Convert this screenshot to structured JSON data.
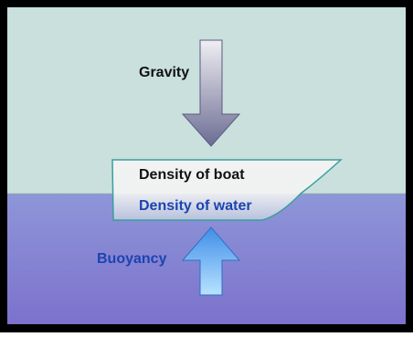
{
  "labels": {
    "gravity": "Gravity",
    "density_boat": "Density of boat",
    "density_water": "Density of water",
    "buoyancy": "Buoyancy"
  },
  "colors": {
    "frame": "#000000",
    "sky": "#c9e0dd",
    "water_top": "#8e96d8",
    "water_bottom": "#7c72cd",
    "waterline": "#8aa0c0",
    "gravity_arrow_top": "#efeff3",
    "gravity_arrow_bottom": "#6c6c94",
    "buoyancy_arrow_top": "#3f8ee8",
    "buoyancy_arrow_bottom": "#b8e3ff",
    "boat_outline": "#3a9ea0",
    "boat_fill_top": "#f4f4f4",
    "boat_fill_bottom": "#bcc6de",
    "text_dark": "#111111",
    "text_blue": "#1c44b0"
  }
}
